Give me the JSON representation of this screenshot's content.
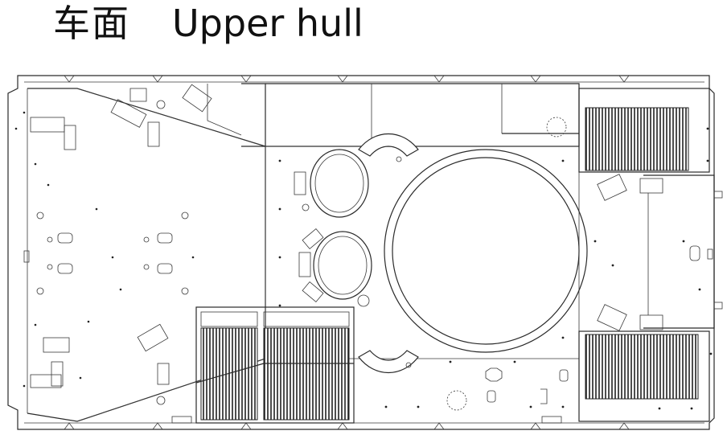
{
  "title": {
    "chinese": "车面",
    "english": "Upper hull"
  },
  "colors": {
    "line": "#2a2a2a",
    "panel_fill": "#e9e9e9",
    "background": "#ffffff"
  },
  "icons": [
    "turret-ring",
    "driver-hatch",
    "engine-grille",
    "headlight-guard"
  ]
}
